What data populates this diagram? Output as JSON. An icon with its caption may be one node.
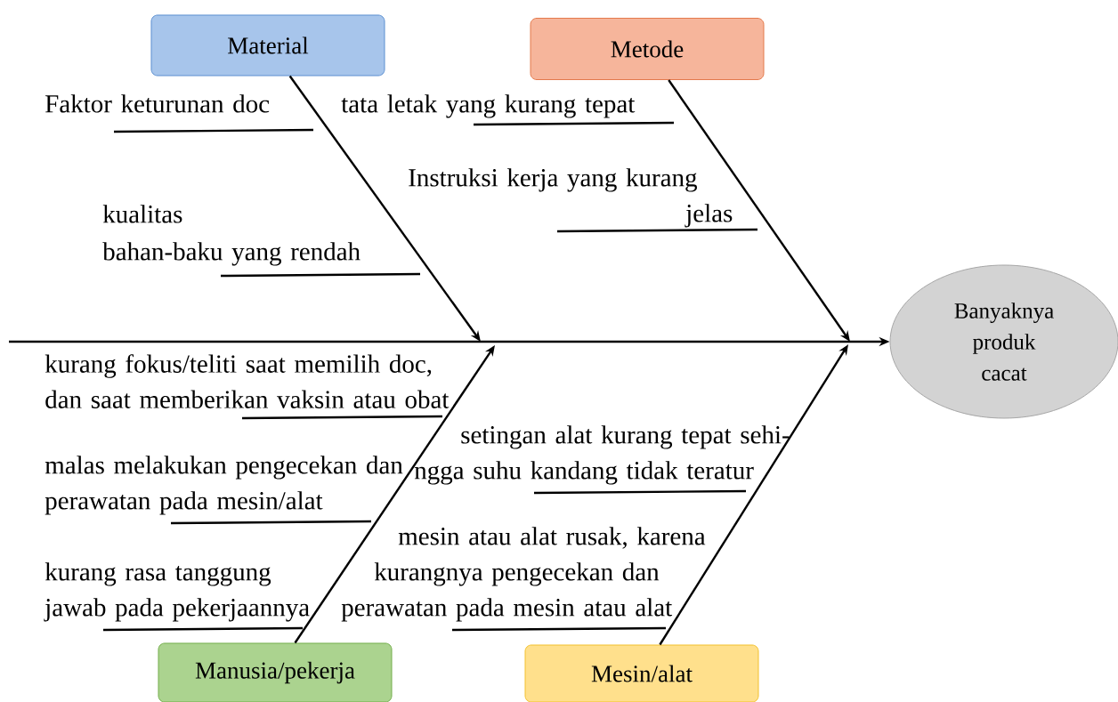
{
  "diagram": {
    "nodes": [
      {
        "text": [
          "Material"
        ]
      },
      {
        "text": [
          "Metode"
        ]
      },
      {
        "text": [
          "Banyaknya produk cacat"
        ]
      },
      {
        "text": [
          "Manusia/pekerja"
        ]
      },
      {
        "text": [
          "Mesin/alat"
        ]
      }
    ],
    "edges": [
      {
        "from": null,
        "to": 2,
        "arrow": "to"
      },
      {
        "from": 0,
        "to": null,
        "arrow": "to"
      },
      {
        "from": 1,
        "to": null,
        "arrow": "to"
      },
      {
        "from": 3,
        "to": null,
        "arrow": "to"
      },
      {
        "from": 4,
        "to": null,
        "arrow": "to"
      }
    ],
    "labels": [
      "Faktor keturunan doc",
      "tata letak yang kurang tepat",
      "Instruksi kerja yang kurang jelas",
      "kualitas",
      "bahan-baku yang rendah",
      "kurang fokus/teliti saat memilih doc, dan saat memberikan vaksin atau obat",
      "setingan alat kurang tepat sehi- ngga suhu kandang tidak teratur",
      "malas melakukan pengecekan dan perawatan pada mesin/alat",
      "mesin atau alat rusak, karena kurangnya pengecekan dan perawatan pada mesin atau alat",
      "kurang rasa tanggung jawab pada pekerjaannya"
    ]
  }
}
